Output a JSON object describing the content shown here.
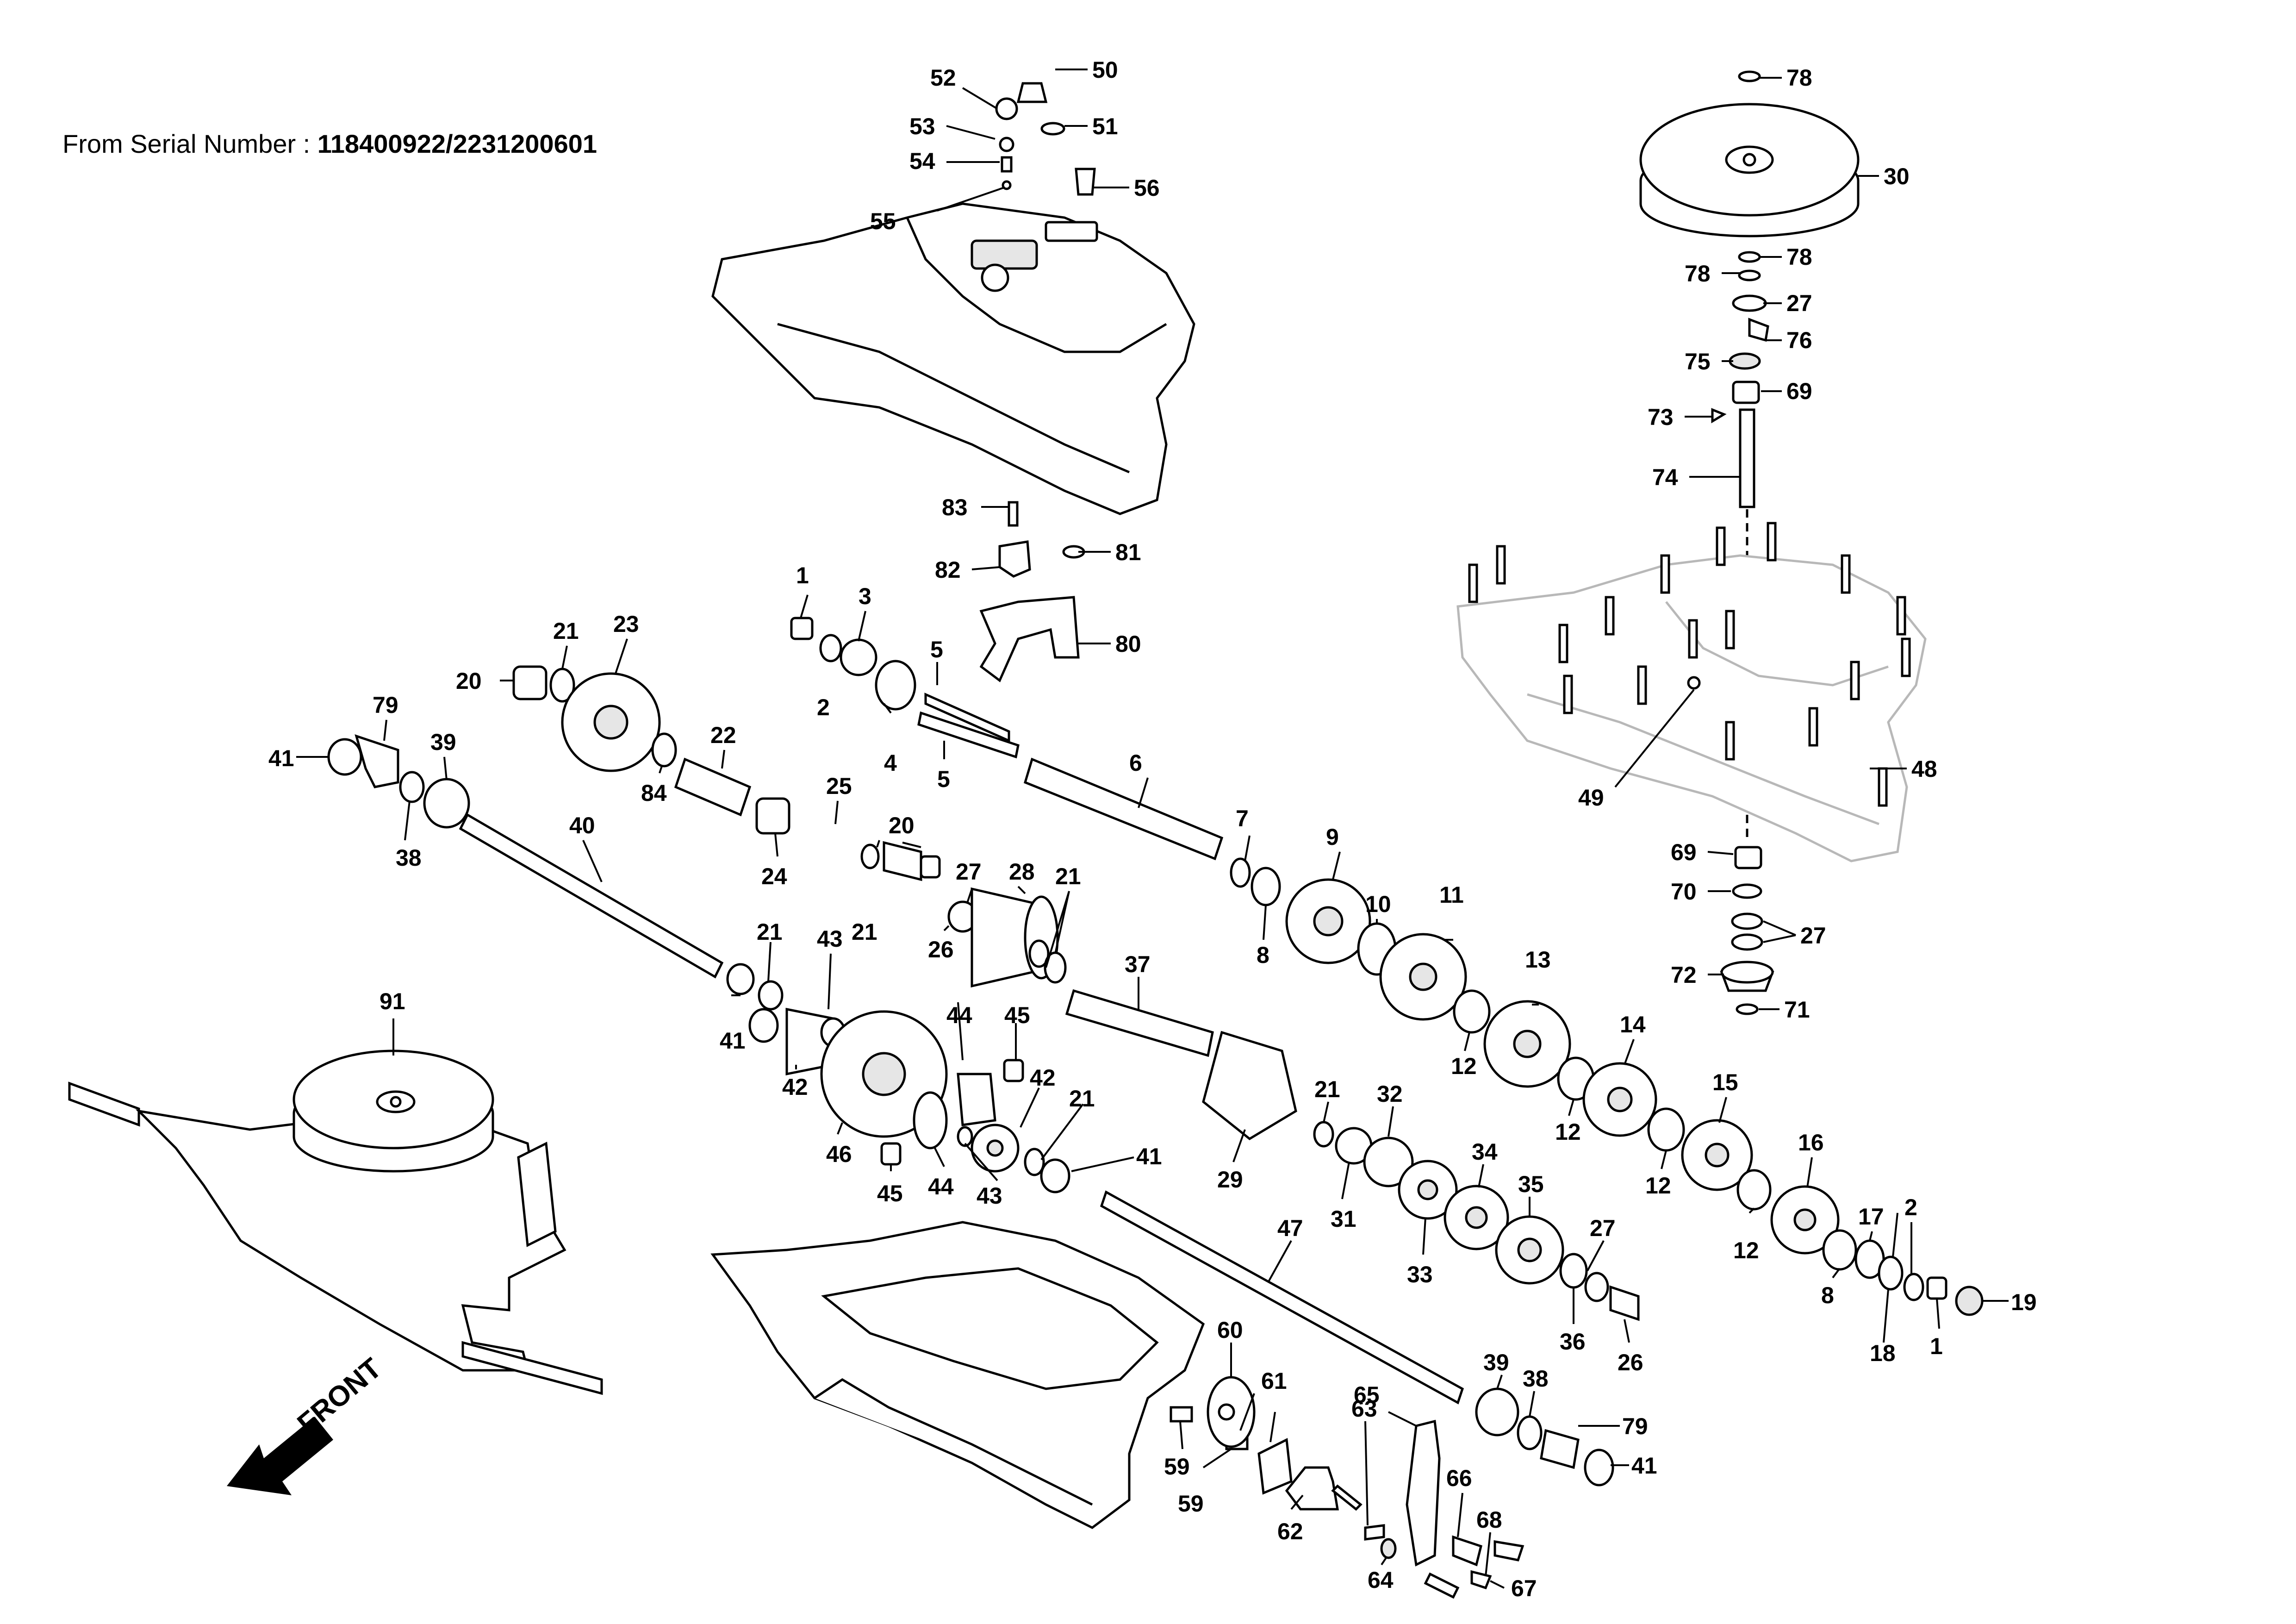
{
  "header": {
    "serial_prefix": "From Serial Number : ",
    "serial_value": "118400922/2231200601"
  },
  "front_label": "FRONT",
  "part_numbers": {
    "p1": "1",
    "p2": "2",
    "p3": "3",
    "p4": "4",
    "p5": "5",
    "p6": "6",
    "p7": "7",
    "p8": "8",
    "p9": "9",
    "p10": "10",
    "p11": "11",
    "p12": "12",
    "p13": "13",
    "p14": "14",
    "p15": "15",
    "p16": "16",
    "p17": "17",
    "p18": "18",
    "p19": "19",
    "p20": "20",
    "p21": "21",
    "p22": "22",
    "p23": "23",
    "p24": "24",
    "p25": "25",
    "p26": "26",
    "p27": "27",
    "p28": "28",
    "p29": "29",
    "p30": "30",
    "p31": "31",
    "p32": "32",
    "p33": "33",
    "p34": "34",
    "p35": "35",
    "p36": "36",
    "p37": "37",
    "p38": "38",
    "p39": "39",
    "p40": "40",
    "p41": "41",
    "p42": "42",
    "p43": "43",
    "p44": "44",
    "p45": "45",
    "p46": "46",
    "p47": "47",
    "p48": "48",
    "p49": "49",
    "p50": "50",
    "p51": "51",
    "p52": "52",
    "p53": "53",
    "p54": "54",
    "p55": "55",
    "p56": "56",
    "p59": "59",
    "p60": "60",
    "p61": "61",
    "p62": "62",
    "p63": "63",
    "p64": "64",
    "p65": "65",
    "p66": "66",
    "p67": "67",
    "p68": "68",
    "p69": "69",
    "p70": "70",
    "p71": "71",
    "p72": "72",
    "p73": "73",
    "p74": "74",
    "p75": "75",
    "p76": "76",
    "p78": "78",
    "p79": "79",
    "p80": "80",
    "p81": "81",
    "p82": "82",
    "p83": "83",
    "p84": "84",
    "p91": "91"
  }
}
